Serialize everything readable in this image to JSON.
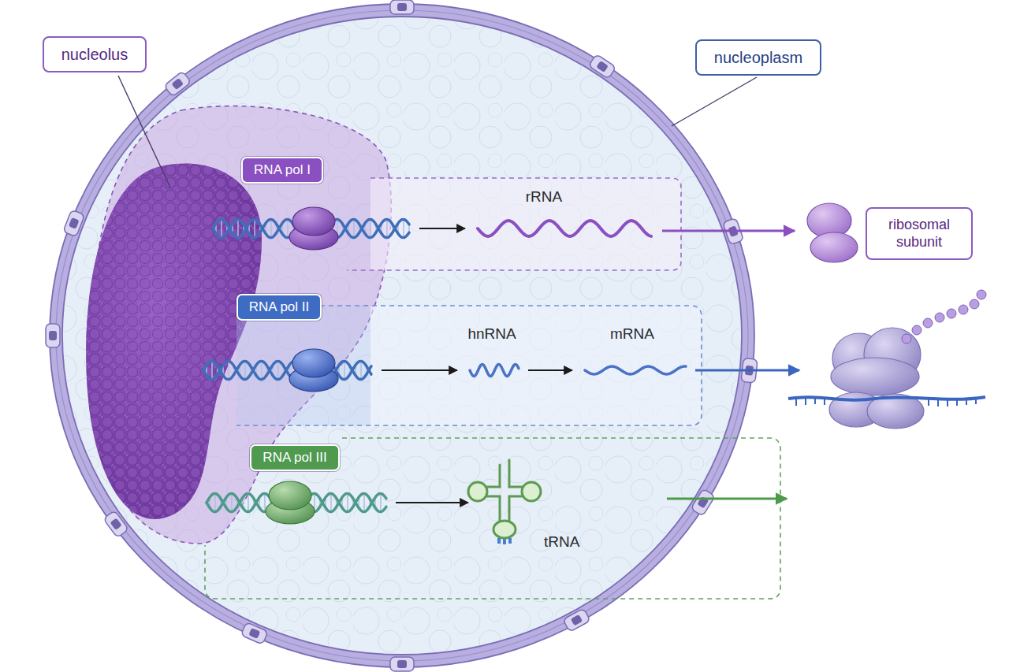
{
  "diagram": {
    "nodes": [
      {
        "text": [
          "nucleolus"
        ]
      },
      {
        "text": [
          "nucleoplasm"
        ]
      },
      {
        "text": [
          "RNA pol I"
        ]
      },
      {
        "text": [
          "ribosomal subunit"
        ]
      },
      {
        "text": [
          "RNA pol II"
        ]
      },
      {
        "text": [
          "RNA pol III"
        ]
      }
    ],
    "labels": [
      "rRNA",
      "hnRNA",
      "mRNA",
      "tRNA"
    ]
  }
}
